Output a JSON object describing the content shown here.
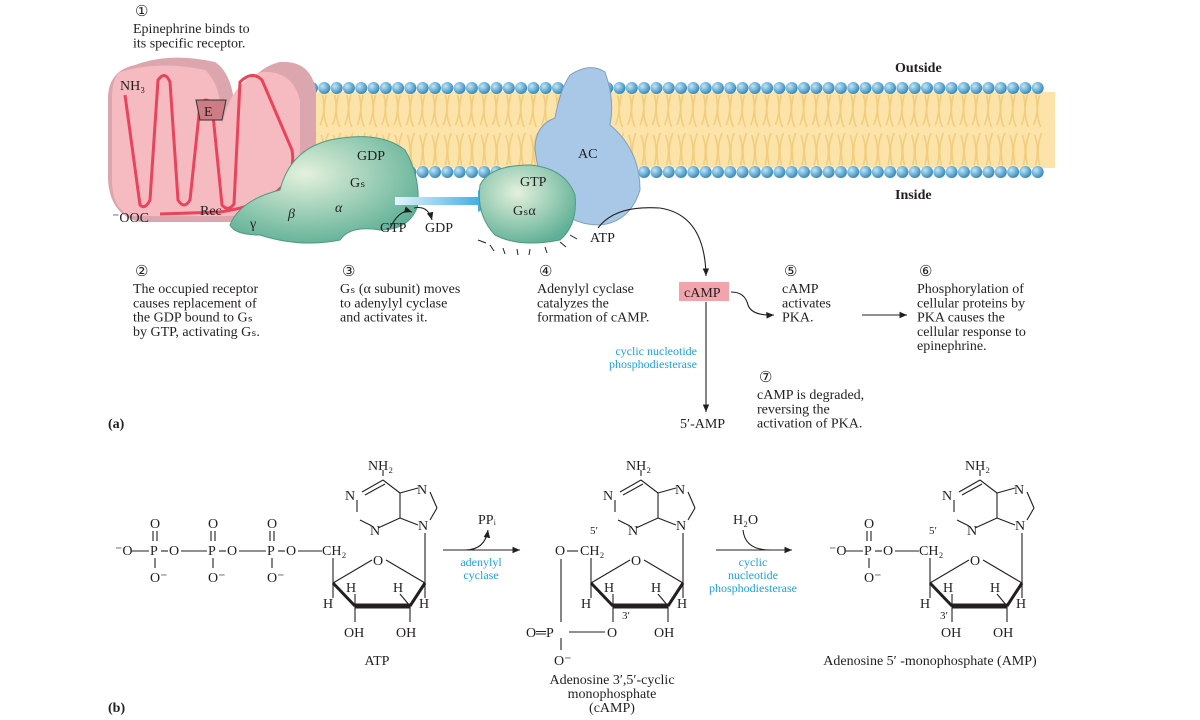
{
  "part_a": {
    "panel_label": "(a)",
    "outside_label": "Outside",
    "inside_label": "Inside",
    "receptor": {
      "nh3": "NH₃",
      "cooc": "⁻OOC",
      "rec": "Rec",
      "epinephrine": "E"
    },
    "gs": {
      "gdp": "GDP",
      "name": "Gₛ",
      "gamma": "γ",
      "beta": "β",
      "alpha": "α"
    },
    "exchange": {
      "gtp": "GTP",
      "gdp": "GDP"
    },
    "gsa": {
      "gtp": "GTP",
      "name": "Gₛα"
    },
    "ac": {
      "name": "AC",
      "atp": "ATP"
    },
    "camp_box": "cAMP",
    "enzyme_label": [
      "cyclic nucleotide",
      "phosphodiesterase"
    ],
    "amp_label": "5′-AMP",
    "pka_arrow_target": "PKA.",
    "steps": [
      {
        "num": "①",
        "lines": [
          "Epinephrine binds to",
          "its specific receptor."
        ]
      },
      {
        "num": "②",
        "lines": [
          "The occupied receptor",
          "causes replacement of",
          "the GDP bound to Gₛ",
          "by GTP, activating Gₛ."
        ]
      },
      {
        "num": "③",
        "lines": [
          "Gₛ (α subunit) moves",
          "to adenylyl cyclase",
          "and activates it."
        ]
      },
      {
        "num": "④",
        "lines": [
          "Adenylyl cyclase",
          "catalyzes the",
          "formation of cAMP."
        ]
      },
      {
        "num": "⑤",
        "lines": [
          "cAMP",
          "activates",
          "PKA."
        ]
      },
      {
        "num": "⑥",
        "lines": [
          "Phosphorylation of",
          "cellular proteins by",
          "PKA causes the",
          "cellular response to",
          "epinephrine."
        ]
      },
      {
        "num": "⑦",
        "lines": [
          "cAMP is degraded,",
          "reversing the",
          "activation of PKA."
        ]
      }
    ],
    "colors": {
      "receptor": "#f6b9c0",
      "gprotein": "#8fcdb4",
      "adenylyl_cyclase": "#a9c8e8",
      "lipid_head": "#3f9fcf",
      "lipid_tail": "#fbe3a9",
      "camp_box": "#f3a3ab",
      "enzyme_text": "#1ea1e0"
    }
  },
  "part_b": {
    "panel_label": "(b)",
    "atoms": {
      "n": "N",
      "o": "O",
      "h": "H",
      "oh": "OH",
      "p": "P",
      "o_minus": "O⁻",
      "minus_o": "⁻O",
      "ch2": "CH₂",
      "nh2": "NH₂",
      "o_eq_p": "O═P",
      "five_prime": "5′",
      "three_prime": "3′"
    },
    "reaction1": {
      "byproduct": "PPᵢ",
      "enzyme": [
        "adenylyl",
        "cyclase"
      ]
    },
    "reaction2": {
      "reactant": "H₂O",
      "enzyme": [
        "cyclic",
        "nucleotide",
        "phosphodiesterase"
      ]
    },
    "compounds": {
      "atp": [
        "ATP"
      ],
      "camp": [
        "Adenosine 3′,5′-cyclic",
        "monophosphate",
        "(cAMP)"
      ],
      "amp": [
        "Adenosine 5′ -monophosphate (AMP)"
      ]
    }
  }
}
